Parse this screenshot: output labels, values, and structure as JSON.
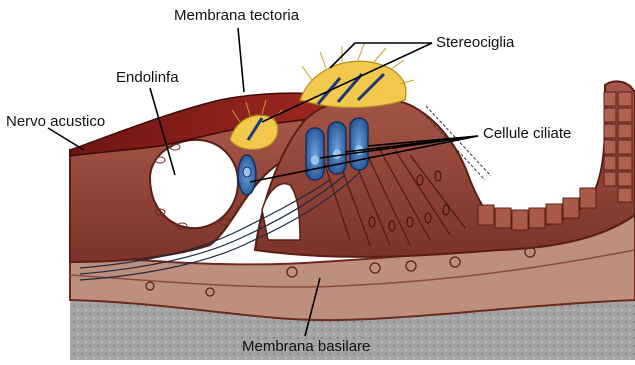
{
  "labels": {
    "membrana_tectoria": "Membrana tectoria",
    "stereociglia": "Stereociglia",
    "endolinfa": "Endolinfa",
    "nervo_acustico": "Nervo acustico",
    "cellule_ciliate": "Cellule ciliate",
    "membrana_basilare": "Membrana basilare"
  },
  "colors": {
    "tissue": "#9b4a3a",
    "tissue_dark": "#6e2a22",
    "tectoria": "#8a1f1a",
    "hair_cell": "#3a6fb0",
    "stereocilia": "#f2c94c",
    "basilar": "#b98a7a",
    "bone": "#8d8d8d"
  }
}
